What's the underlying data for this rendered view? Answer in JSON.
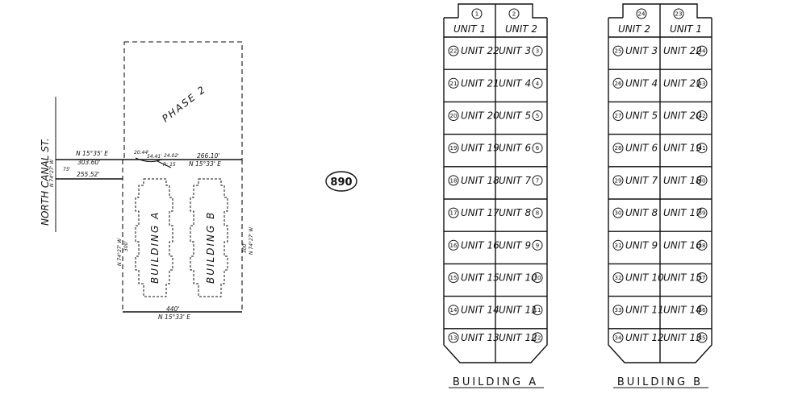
{
  "site": {
    "phase_label": "PHASE 2",
    "street_label": "NORTH CANAL ST.",
    "bearing_top_left": "N 15°35' E",
    "bearing_top_right": "N 15°33' E",
    "bearing_bottom": "N 15°33' E",
    "bearing_west_vertical": "N 74°27' W",
    "bearing_left_inner": "N 74°27' W",
    "bearing_right_vertical": "N 74°27' W",
    "dist_303": "303.60'",
    "dist_255": "255.52'",
    "dist_266": "266.10'",
    "dist_24": "24.02'",
    "dist_20": "20.44'",
    "dist_54": "54.41'",
    "dist_r": "R: 15",
    "dist_75": "75'",
    "dist_300": "300'",
    "dist_440": "440'",
    "dist_right": "300'",
    "building_a_label": "BUILDING  A",
    "building_b_label": "BUILDING  B",
    "page_badge": "890"
  },
  "building_a": {
    "title": "BUILDING   A",
    "top_circles": [
      "1",
      "2"
    ],
    "header": [
      "UNIT  1",
      "UNIT  2"
    ],
    "rows": [
      {
        "left_num": "22",
        "left_label": "UNIT 22",
        "right_label": "UNIT  3",
        "right_num": "3"
      },
      {
        "left_num": "21",
        "left_label": "UNIT 21",
        "right_label": "UNIT  4",
        "right_num": "4"
      },
      {
        "left_num": "20",
        "left_label": "UNIT 20",
        "right_label": "UNIT  5",
        "right_num": "5"
      },
      {
        "left_num": "19",
        "left_label": "UNIT 19",
        "right_label": "UNIT  6",
        "right_num": "6"
      },
      {
        "left_num": "18",
        "left_label": "UNIT 18",
        "right_label": "UNIT  7",
        "right_num": "7"
      },
      {
        "left_num": "17",
        "left_label": "UNIT 17",
        "right_label": "UNIT  8",
        "right_num": "8"
      },
      {
        "left_num": "16",
        "left_label": "UNIT 16",
        "right_label": "UNIT  9",
        "right_num": "9"
      },
      {
        "left_num": "15",
        "left_label": "UNIT 15",
        "right_label": "UNIT 10",
        "right_num": "10"
      },
      {
        "left_num": "14",
        "left_label": "UNIT 14",
        "right_label": "UNIT 11",
        "right_num": "11"
      },
      {
        "left_num": "13",
        "left_label": "UNIT 13",
        "right_label": "UNIT 12",
        "right_num": "12"
      }
    ]
  },
  "building_b": {
    "title": "BUILDING   B",
    "top_circles": [
      "24",
      "23"
    ],
    "header": [
      "UNIT  2",
      "UNIT  1"
    ],
    "rows": [
      {
        "left_num": "25",
        "left_label": "UNIT  3",
        "right_label": "UNIT 22",
        "right_num": "44"
      },
      {
        "left_num": "26",
        "left_label": "UNIT  4",
        "right_label": "UNIT 21",
        "right_num": "43"
      },
      {
        "left_num": "27",
        "left_label": "UNIT  5",
        "right_label": "UNIT 20",
        "right_num": "42"
      },
      {
        "left_num": "28",
        "left_label": "UNIT  6",
        "right_label": "UNIT 19",
        "right_num": "41"
      },
      {
        "left_num": "29",
        "left_label": "UNIT  7",
        "right_label": "UNIT 18",
        "right_num": "40"
      },
      {
        "left_num": "30",
        "left_label": "UNIT  8",
        "right_label": "UNIT 17",
        "right_num": "39"
      },
      {
        "left_num": "31",
        "left_label": "UNIT  9",
        "right_label": "UNIT 16",
        "right_num": "38"
      },
      {
        "left_num": "32",
        "left_label": "UNIT 10",
        "right_label": "UNIT 15",
        "right_num": "37"
      },
      {
        "left_num": "33",
        "left_label": "UNIT 11",
        "right_label": "UNIT 14",
        "right_num": "36"
      },
      {
        "left_num": "34",
        "left_label": "UNIT 12",
        "right_label": "UNIT 13",
        "right_num": "35"
      }
    ]
  }
}
